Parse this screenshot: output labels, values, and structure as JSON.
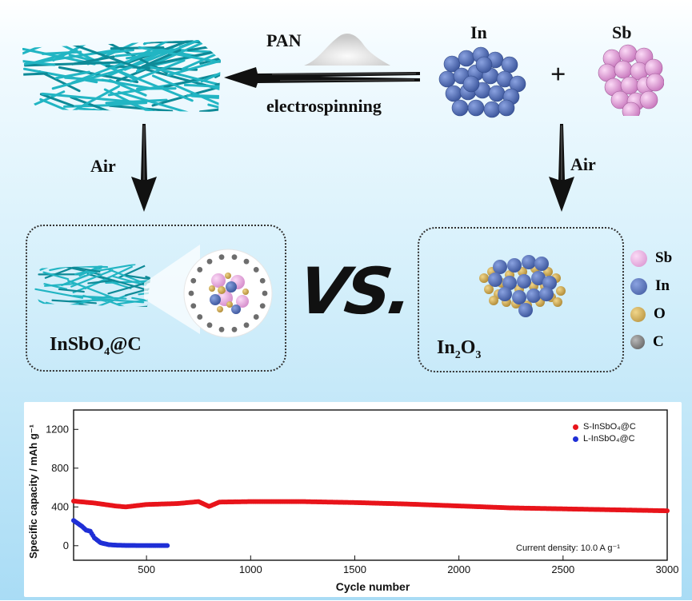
{
  "top": {
    "pan_label": "PAN",
    "process_label": "electrospinning",
    "in_label": "In",
    "plus": "+",
    "sb_label": "Sb",
    "air_left": "Air",
    "air_right": "Air"
  },
  "middle": {
    "left_product_prefix": "InSbO",
    "left_product_sub": "4",
    "left_product_suffix": "@C",
    "vs": "VS.",
    "right_product_prefix": "In",
    "right_product_sub1": "2",
    "right_product_mid": "O",
    "right_product_sub2": "3"
  },
  "key": [
    {
      "label": "Sb",
      "color": "#e7a6e0"
    },
    {
      "label": "In",
      "color": "#5572b8"
    },
    {
      "label": "O",
      "color": "#d8b35a"
    },
    {
      "label": "C",
      "color": "#6d6d6d"
    }
  ],
  "chart_data": {
    "type": "scatter",
    "ylabel": "Specific capacity / mAh g⁻¹",
    "xlabel": "Cycle number",
    "xlim": [
      150,
      3000
    ],
    "ylim": [
      -150,
      1400
    ],
    "xticks": [
      500,
      1000,
      1500,
      2000,
      2500,
      3000
    ],
    "yticks": [
      0,
      400,
      800,
      1200
    ],
    "annotation": "Current density: 10.0 A g⁻¹",
    "legend_position": "top-right",
    "series": [
      {
        "name": "S-InSbO₄@C",
        "color": "#e8141b",
        "x": [
          150,
          250,
          350,
          400,
          500,
          650,
          750,
          800,
          850,
          1000,
          1250,
          1500,
          1750,
          2000,
          2250,
          2500,
          2750,
          3000
        ],
        "y": [
          460,
          440,
          410,
          400,
          425,
          435,
          455,
          405,
          450,
          455,
          455,
          445,
          430,
          410,
          390,
          380,
          370,
          360
        ]
      },
      {
        "name": "L-InSbO₄@C",
        "color": "#1f2fd6",
        "x": [
          150,
          190,
          210,
          230,
          250,
          280,
          320,
          360,
          400,
          450,
          500,
          550,
          600
        ],
        "y": [
          260,
          200,
          160,
          150,
          80,
          30,
          10,
          5,
          3,
          2,
          2,
          1,
          1
        ]
      }
    ]
  }
}
